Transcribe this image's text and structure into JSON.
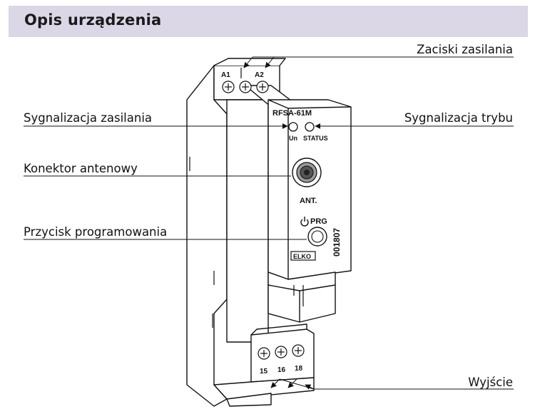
{
  "header": {
    "title": "Opis urządzenia"
  },
  "callouts": {
    "power_terminals": "Zaciski zasilania",
    "power_signal": "Sygnalizacja zasilania",
    "mode_signal": "Sygnalizacja trybu",
    "antenna_connector": "Konektor antenowy",
    "program_button": "Przycisk programowania",
    "output": "Wyjście"
  },
  "device": {
    "model": "RFSA-61M",
    "terminal_a1": "A1",
    "terminal_a2": "A2",
    "led_un": "Un",
    "led_status": "STATUS",
    "antenna": "ANT.",
    "prg": "PRG",
    "serial": "001807",
    "brand": "ELKO",
    "terminal_15": "15",
    "terminal_16": "16",
    "terminal_18": "18"
  },
  "colors": {
    "header_bg": "#dcd7e6",
    "line": "#111111"
  }
}
